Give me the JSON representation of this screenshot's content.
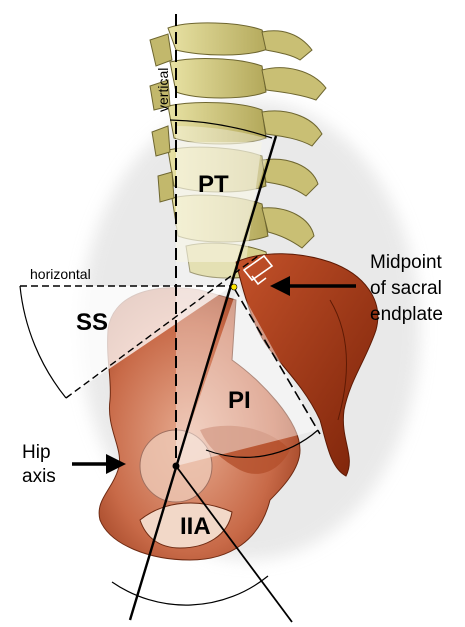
{
  "labels": {
    "vertical": "vertical",
    "horizontal": "horizontal",
    "pt": "PT",
    "ss": "SS",
    "pi": "PI",
    "iia": "IIA",
    "hip_axis_line1": "Hip",
    "hip_axis_line2": "axis",
    "midpoint_line1": "Midpoint",
    "midpoint_line2": "of sacral",
    "midpoint_line3": "endplate"
  },
  "colors": {
    "vertebra": "#d4cd84",
    "vertebra_shadow": "#a99f55",
    "pelvis_light": "#d9967a",
    "pelvis_dark": "#9a3a18",
    "sacrum": "#a8401c",
    "hip_circle": "#edc9b6",
    "endplate_point": "#ffe600"
  }
}
